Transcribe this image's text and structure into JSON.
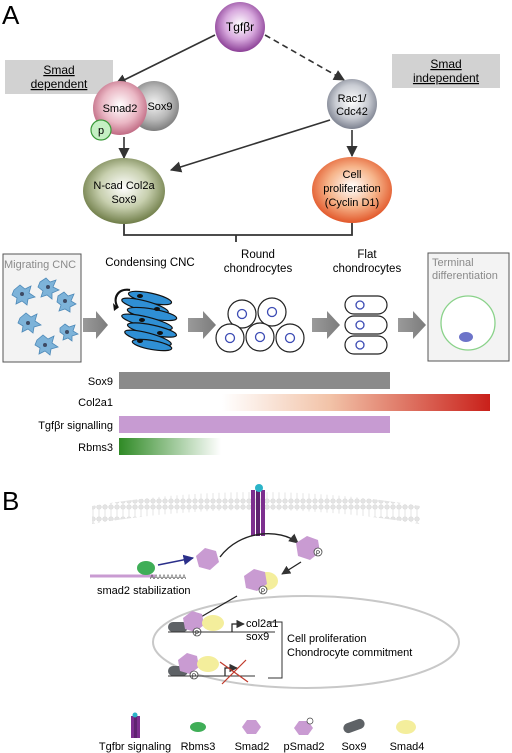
{
  "panel_a": {
    "label": "A",
    "tgfbr": "Tgfβr",
    "smad_dependent": [
      "Smad",
      "dependent"
    ],
    "smad_independent": [
      "Smad",
      "independent"
    ],
    "smad2": "Smad2",
    "sox9": "Sox9",
    "p": "p",
    "rac1": [
      "Rac1/",
      "Cdc42"
    ],
    "ncad": [
      "N-cad Col2a",
      "Sox9"
    ],
    "cell_prolif": [
      "Cell",
      "proliferation",
      "(Cyclin D1)"
    ],
    "stages": {
      "migrating": "Migrating CNC",
      "condensing": "Condensing CNC",
      "round": [
        "Round",
        "chondrocytes"
      ],
      "flat": [
        "Flat",
        "chondrocytes"
      ],
      "terminal": [
        "Terminal",
        "differentiation"
      ]
    },
    "expression_bars": [
      {
        "label": "Sox9",
        "color": "#8a8a8a"
      },
      {
        "label": "Col2a1",
        "color": "#cc2a1f"
      },
      {
        "label": "Tgfβr signalling",
        "color": "#c79bd2"
      },
      {
        "label": "Rbms3",
        "color": "#3a8a2a"
      }
    ]
  },
  "panel_b": {
    "label": "B",
    "smad2_stabilization": "smad2 stabilization",
    "polyA": "AAAAAAAAA",
    "col2a1": "col2a1",
    "sox9": "sox9",
    "p": "P",
    "outcome": [
      "Cell proliferation",
      "Chondrocyte commitment"
    ],
    "legend": [
      {
        "label": "Tgfbr signaling",
        "icon": "receptor-icon",
        "color": "#6b2f7a"
      },
      {
        "label": "Rbms3",
        "icon": "green-ellipse-icon",
        "color": "#3fae57"
      },
      {
        "label": "Smad2",
        "icon": "purple-hexagon-icon",
        "color": "#c99bd2"
      },
      {
        "label": "pSmad2",
        "icon": "phospho-hexagon-icon",
        "color": "#c99bd2"
      },
      {
        "label": "Sox9",
        "icon": "gray-capsule-icon",
        "color": "#5e6266"
      },
      {
        "label": "Smad4",
        "icon": "yellow-ellipse-icon",
        "color": "#f4ee9c"
      }
    ]
  }
}
